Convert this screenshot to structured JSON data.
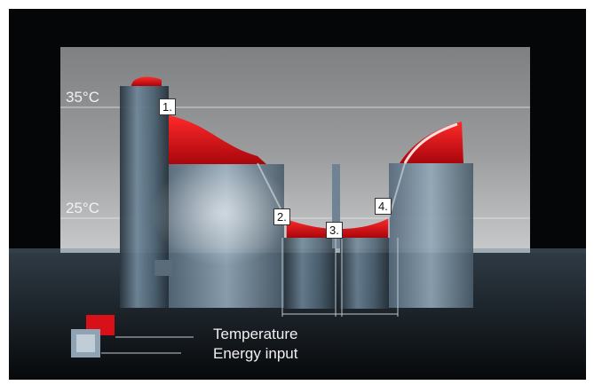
{
  "temperature_levels": {
    "high": "35°C",
    "low": "25°C"
  },
  "steps": [
    "1.",
    "2.",
    "3.",
    "4."
  ],
  "legend": {
    "temperature": "Temperature",
    "energy_input": "Energy input"
  },
  "colors": {
    "heat": "#d81018",
    "background": "#050608",
    "wall": "#8a8c8e",
    "block": "#3a4a57"
  }
}
